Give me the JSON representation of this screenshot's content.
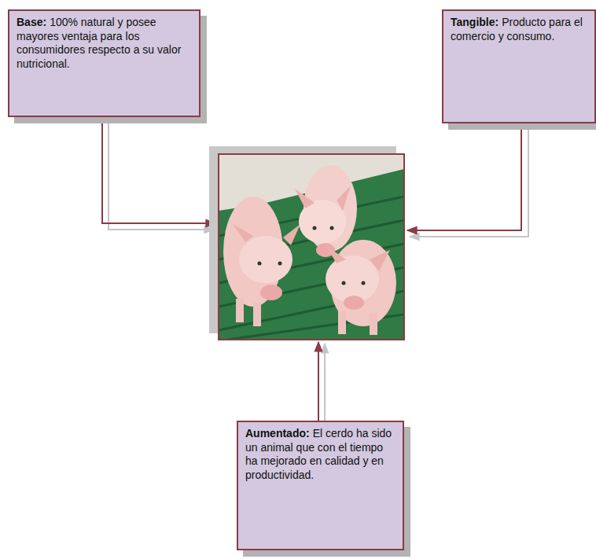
{
  "diagram": {
    "nodes": [
      {
        "text": [
          "Base:",
          "100% natural y posee mayores ventaja para los consumidores respecto a su valor nutricional."
        ]
      },
      {
        "text": [
          "Tangible:",
          "Producto para el comercio y consumo."
        ]
      },
      {
        "text": [
          "Aumentado:",
          "El cerdo ha sido un animal que con el tiempo ha mejorado en calidad y en productividad."
        ]
      }
    ]
  }
}
